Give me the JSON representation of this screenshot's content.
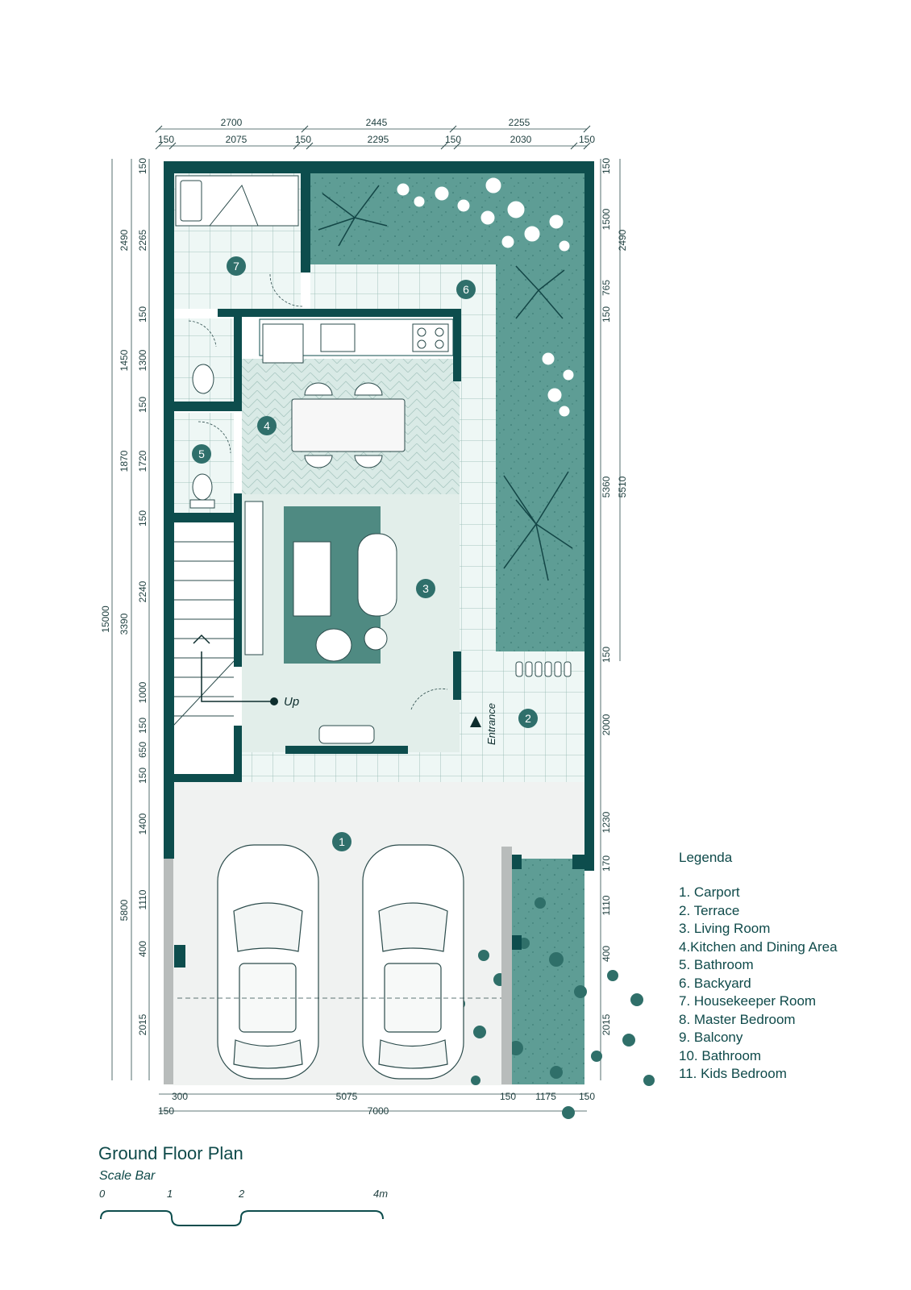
{
  "dims": {
    "top_outer": [
      "2700",
      "2445",
      "2255"
    ],
    "top_inner": [
      "150",
      "2075",
      "150",
      "2295",
      "150",
      "2030",
      "150"
    ],
    "left_total": "15000",
    "left_outer": [
      "2490",
      "1450",
      "1870",
      "3390",
      "5800"
    ],
    "left_inner": [
      "150",
      "2265",
      "150",
      "1300",
      "150",
      "1720",
      "150",
      "2240",
      "1000",
      "150",
      "650",
      "150",
      "1400",
      "1110",
      "400",
      "2015"
    ],
    "right_outer": [
      "2490",
      "5510"
    ],
    "right_inner": [
      "150",
      "1500",
      "765",
      "150",
      "5360",
      "150",
      "2000",
      "1230",
      "170",
      "1110",
      "400",
      "2015"
    ],
    "bottom_inner": [
      "300",
      "5075",
      "150",
      "1175",
      "150"
    ],
    "bottom_outer": [
      "150",
      "7000"
    ]
  },
  "rooms": [
    "1",
    "2",
    "3",
    "4",
    "5",
    "6",
    "7"
  ],
  "labels": {
    "up": "Up",
    "entrance": "Entrance"
  },
  "legend": {
    "title": "Legenda",
    "items": [
      "1. Carport",
      "2. Terrace",
      "3. Living Room",
      "4.Kitchen and Dining Area",
      "5. Bathroom",
      "6. Backyard",
      "7. Housekeeper Room",
      "8. Master Bedroom",
      "9. Balcony",
      "10. Bathroom",
      "11. Kids Bedroom"
    ]
  },
  "title": "Ground Floor Plan",
  "scale": {
    "title": "Scale Bar",
    "ticks": [
      "0",
      "1",
      "2",
      "4m"
    ]
  },
  "colors": {
    "wall": "#0d4d4d",
    "garden": "#5f9e96",
    "tile": "#d8ebe6",
    "accent": "#2f6f6b"
  }
}
